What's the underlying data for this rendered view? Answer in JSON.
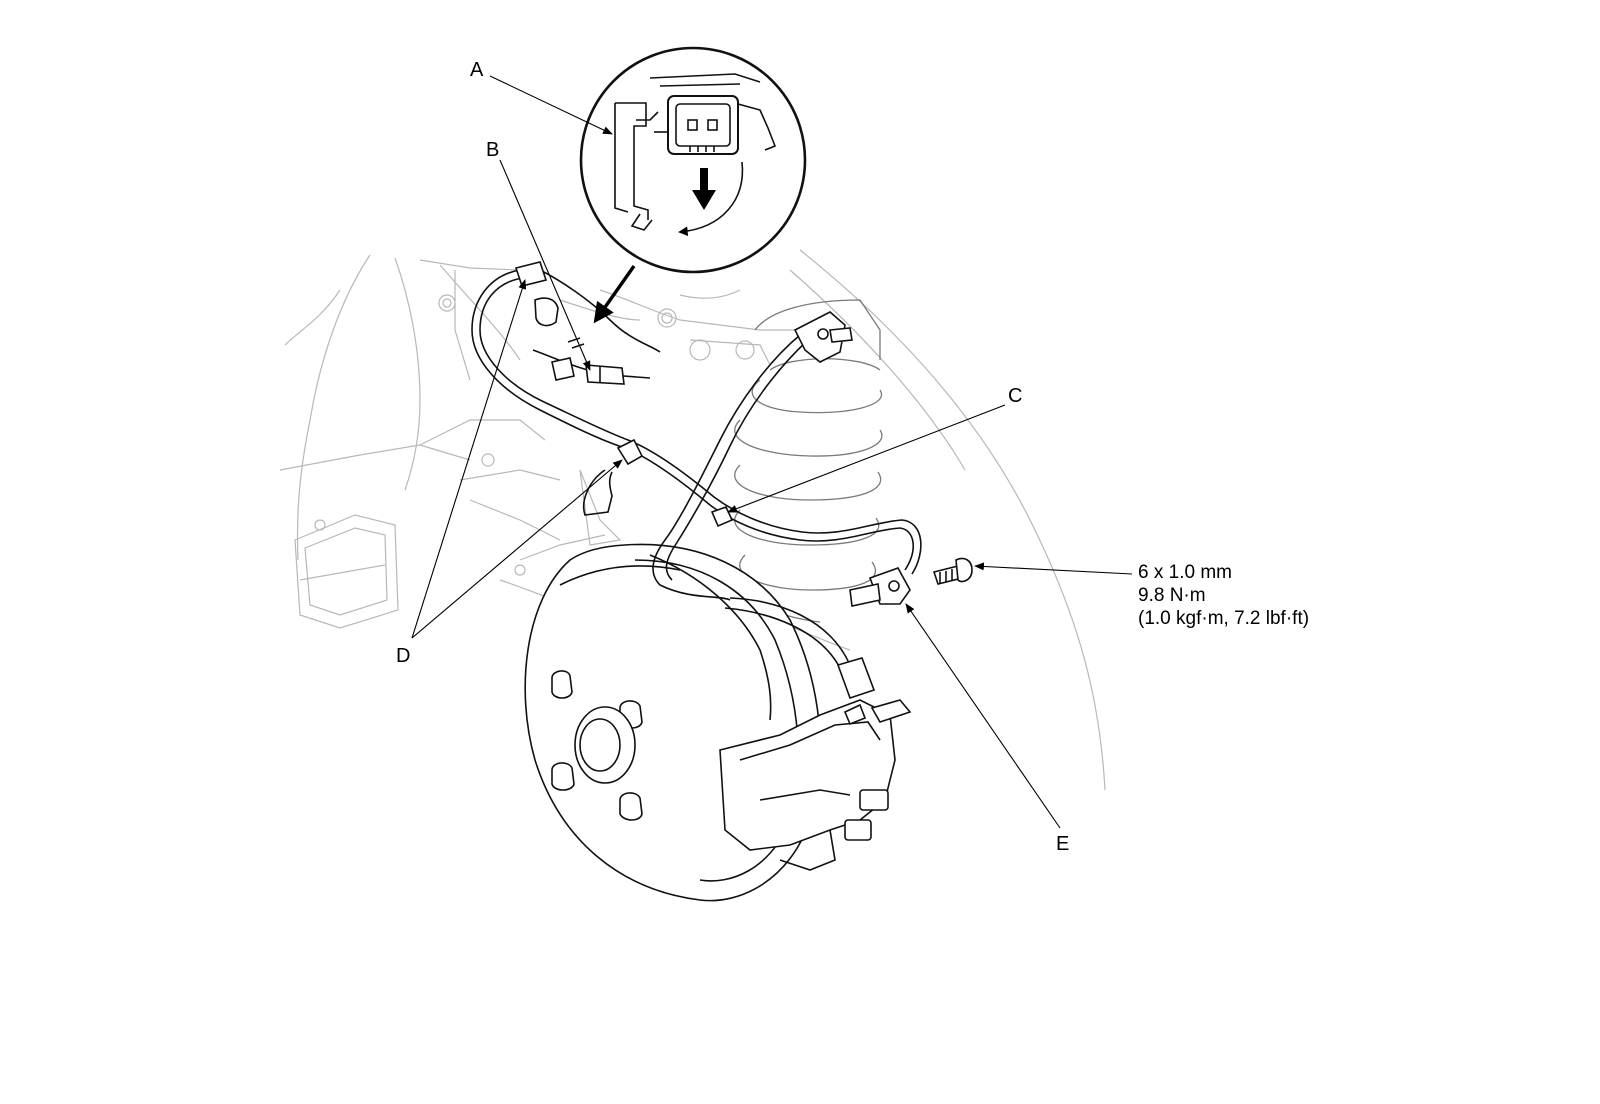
{
  "callouts": {
    "a": "A",
    "b": "B",
    "c": "C",
    "d": "D",
    "e": "E"
  },
  "torque_spec": {
    "bolt_size": "6 x 1.0 mm",
    "torque_nm": "9.8 N·m",
    "torque_alt": "(1.0 kgf·m, 7.2 lbf·ft)"
  },
  "icons": {
    "detail_arrow": "arrow-down-icon",
    "rotate_arrow": "curved-arrow-icon"
  },
  "colors": {
    "line": "#111111",
    "background_line": "#b8b8b8",
    "paper": "#ffffff"
  }
}
